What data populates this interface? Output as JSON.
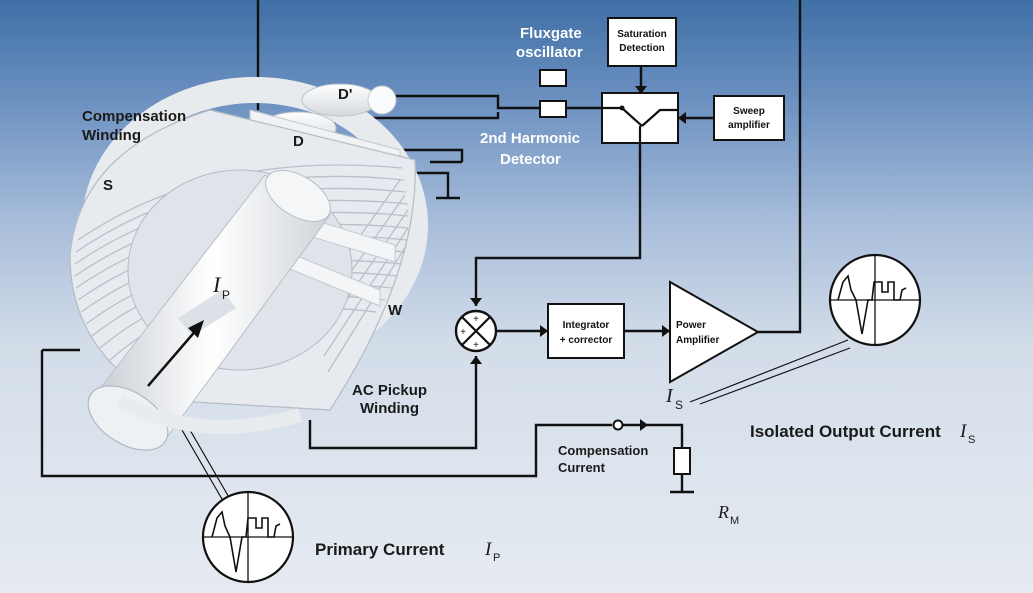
{
  "labels": {
    "compensation_winding_1": "Compensation",
    "compensation_winding_2": "Winding",
    "s": "S",
    "d_prime": "D'",
    "d": "D",
    "w": "W",
    "ac_pickup_1": "AC Pickup",
    "ac_pickup_2": "Winding",
    "fluxgate_1": "Fluxgate",
    "fluxgate_2": "oscillator",
    "harmonic_1": "2nd Harmonic",
    "harmonic_2": "Detector",
    "comp_current_1": "Compensation",
    "comp_current_2": "Current",
    "isolated_output": "Isolated Output Current",
    "primary_current": "Primary Current"
  },
  "blocks": {
    "saturation_1": "Saturation",
    "saturation_2": "Detection",
    "sweep_1": "Sweep",
    "sweep_2": "amplifier",
    "integrator_1": "Integrator",
    "integrator_2": "+ corrector",
    "power_1": "Power",
    "power_2": "Amplifier"
  },
  "symbols": {
    "ip_main": "I",
    "ip_sub": "P",
    "is_main": "I",
    "is_sub": "S",
    "rm_main": "R",
    "rm_sub": "M",
    "sum_plus_top": "+",
    "sum_plus_left": "+",
    "sum_plus_bottom": "+"
  },
  "colors": {
    "bg_top": "#3f6fa6",
    "bg_bottom": "#e6ebf1",
    "wire": "#111111",
    "core": "#f2f4f6"
  }
}
